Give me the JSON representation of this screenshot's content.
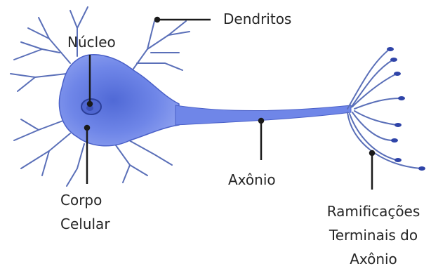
{
  "labels": {
    "dendritos": "Dendritos",
    "nucleo": "Núcleo",
    "corpo_celular_line1": "Corpo",
    "corpo_celular_line2": "Celular",
    "axonio": "Axônio",
    "ramificacoes_line1": "Ramificações",
    "ramificacoes_line2": "Terminais do",
    "ramificacoes_line3": "Axônio"
  },
  "colors": {
    "cell_fill": "#6f86e8",
    "cell_dark": "#3f56c2",
    "leader_line": "#1a1a1a",
    "text": "#262626",
    "background": "#ffffff"
  }
}
